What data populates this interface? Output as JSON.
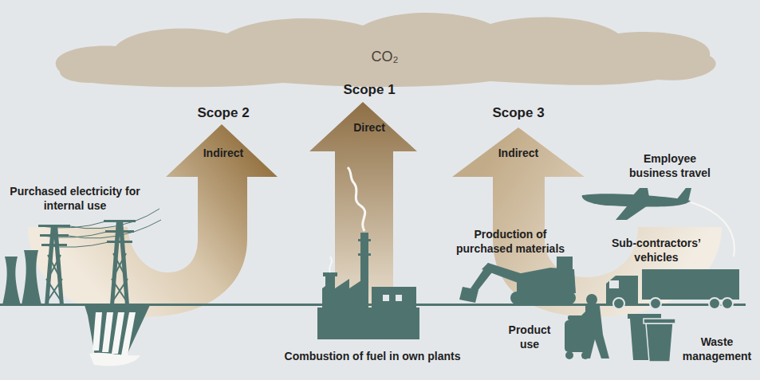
{
  "diagram": {
    "nodes": [
      {
        "text": [
          "CO₂"
        ]
      },
      {
        "text": [
          "Scope 2",
          "Indirect"
        ]
      },
      {
        "text": [
          "Scope 1",
          "Direct"
        ]
      },
      {
        "text": [
          "Scope 3",
          "Indirect"
        ]
      }
    ],
    "labels": [
      "Purchased electricity for internal use",
      "Combustion of fuel in own plants",
      "Production of purchased materials",
      "Employee business travel",
      "Sub-contractors’ vehicles",
      "Product use",
      "Waste management"
    ]
  }
}
